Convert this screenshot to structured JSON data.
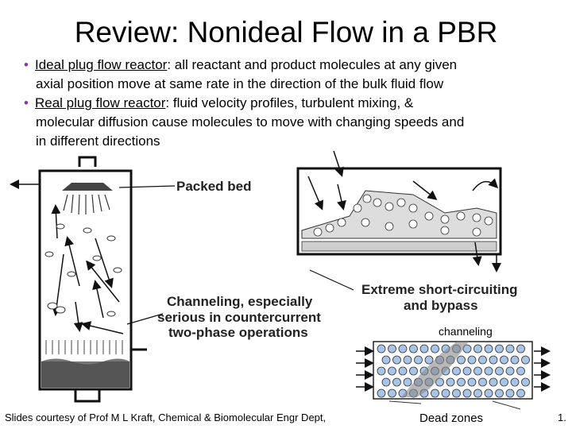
{
  "slide": {
    "title": "Review: Nonideal Flow in a PBR",
    "bullets": [
      {
        "term": "Ideal plug flow reactor",
        "text": ": all reactant and product molecules at any given",
        "cont": "axial position move at same rate in the direction of the bulk fluid flow"
      },
      {
        "term": "Real plug flow reactor",
        "text": ": fluid velocity profiles, turbulent mixing, &",
        "cont": "molecular diffusion cause molecules to move with changing speeds and",
        "cont2": "in different directions"
      }
    ],
    "bullet_marker": "•",
    "figure_labels": {
      "packed_bed": "Packed bed",
      "channeling_1": "Channeling, especially",
      "channeling_2": "serious in countercurrent",
      "channeling_3": "two-phase operations",
      "shortcircuit_1": "Extreme short-circuiting",
      "shortcircuit_2": "and bypass",
      "channeling_small": "channeling",
      "dead_zones": "Dead zones"
    },
    "footer": "Slides courtesy of Prof M L Kraft, Chemical & Biomolecular Engr Dept,",
    "footer_tail": "1."
  }
}
